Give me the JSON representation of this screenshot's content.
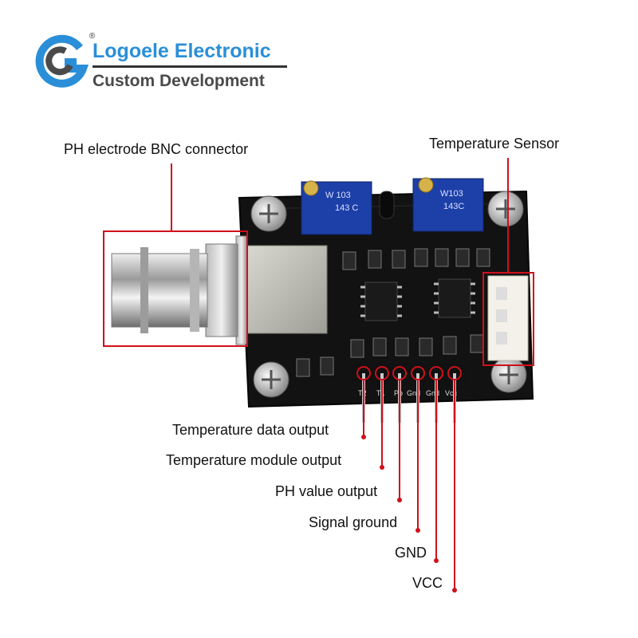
{
  "brand": {
    "name": "Logoele Electronic",
    "subtitle": "Custom Development",
    "registered_mark": "®"
  },
  "labels": {
    "bnc": "PH electrode BNC connector",
    "temp_sensor": "Temperature Sensor",
    "temp_data": "Temperature data output",
    "temp_module": "Temperature module output",
    "ph_value": "PH value output",
    "signal_ground": "Signal ground",
    "gnd": "GND",
    "vcc": "VCC"
  },
  "silkscreen": {
    "pot1": "W 103",
    "pot1b": "143 C",
    "pot2": "W103",
    "pot2b": "143C",
    "pins": [
      "T2",
      "T1",
      "Po",
      "Gnd",
      "Gnd",
      "Vcc"
    ]
  },
  "colors": {
    "accent": "#d0101a",
    "brand_blue": "#2a8fd8",
    "board": "#111111"
  }
}
